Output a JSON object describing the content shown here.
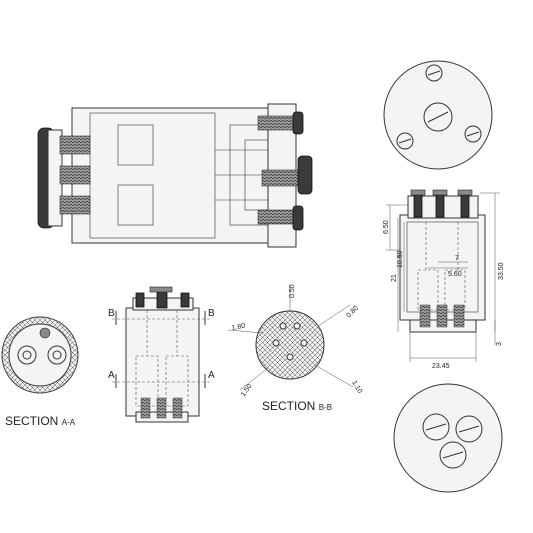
{
  "sections": {
    "aa_title": "SECTION",
    "aa_suffix": "A-A",
    "bb_title": "SECTION",
    "bb_suffix": "B-B"
  },
  "markers": {
    "a_left": "A",
    "a_right": "A",
    "b_left": "B",
    "b_right": "B"
  },
  "dimensions": {
    "d_0_50": "0.50",
    "d_0_80": "0.80",
    "d_1_80": "1.80",
    "d_1_50": "1.50",
    "d_1_10": "1.10",
    "d_6_50": "6.50",
    "d_10_50": "10.50",
    "d_21": "21",
    "d_7": "7",
    "d_5_60": "5.60",
    "d_33_50": "33.50",
    "d_3": "3",
    "d_23_45": "23.45"
  }
}
